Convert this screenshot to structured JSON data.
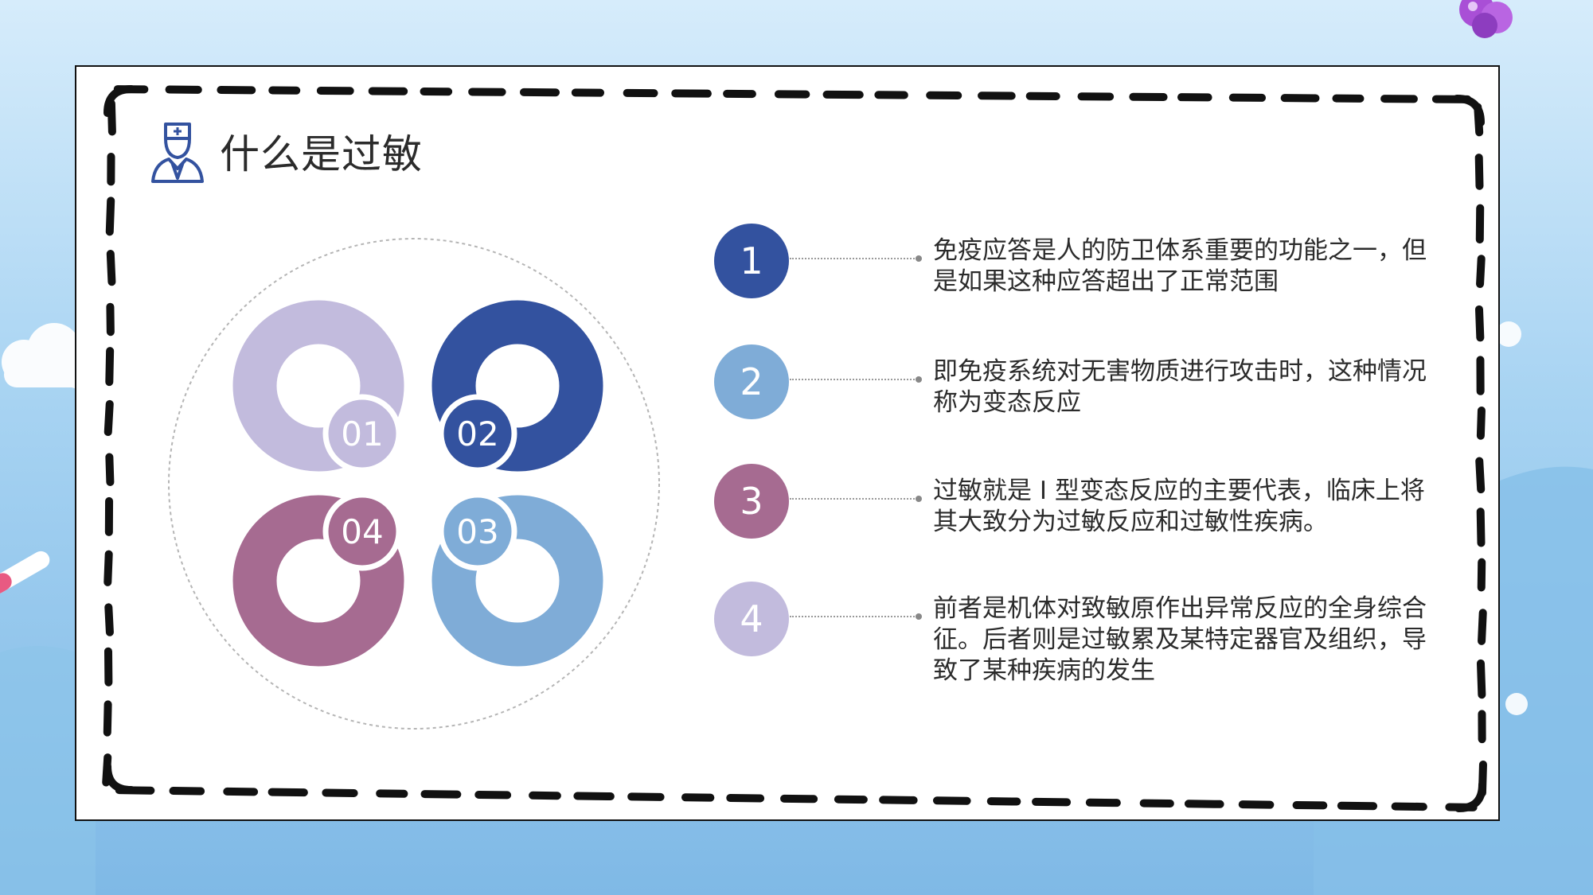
{
  "title": "什么是过敏",
  "icons": {
    "title": "doctor-icon"
  },
  "segments": [
    {
      "label": "01",
      "color": "#c2bbdd"
    },
    {
      "label": "02",
      "color": "#33529f"
    },
    {
      "label": "03",
      "color": "#7facd7"
    },
    {
      "label": "04",
      "color": "#a66b91"
    }
  ],
  "items": [
    {
      "number": "1",
      "color": "#33529f",
      "text": "免疫应答是人的防卫体系重要的功能之一，但是如果这种应答超出了正常范围"
    },
    {
      "number": "2",
      "color": "#7facd7",
      "text": "即免疫系统对无害物质进行攻击时，这种情况称为变态反应"
    },
    {
      "number": "3",
      "color": "#a66b91",
      "text": "过敏就是 I 型变态反应的主要代表，临床上将其大致分为过敏反应和过敏性疾病。"
    },
    {
      "number": "4",
      "color": "#c2bbdd",
      "text": "前者是机体对致敏原作出异常反应的全身综合征。后者则是过敏累及某特定器官及组织，导致了某种疾病的发生"
    }
  ]
}
